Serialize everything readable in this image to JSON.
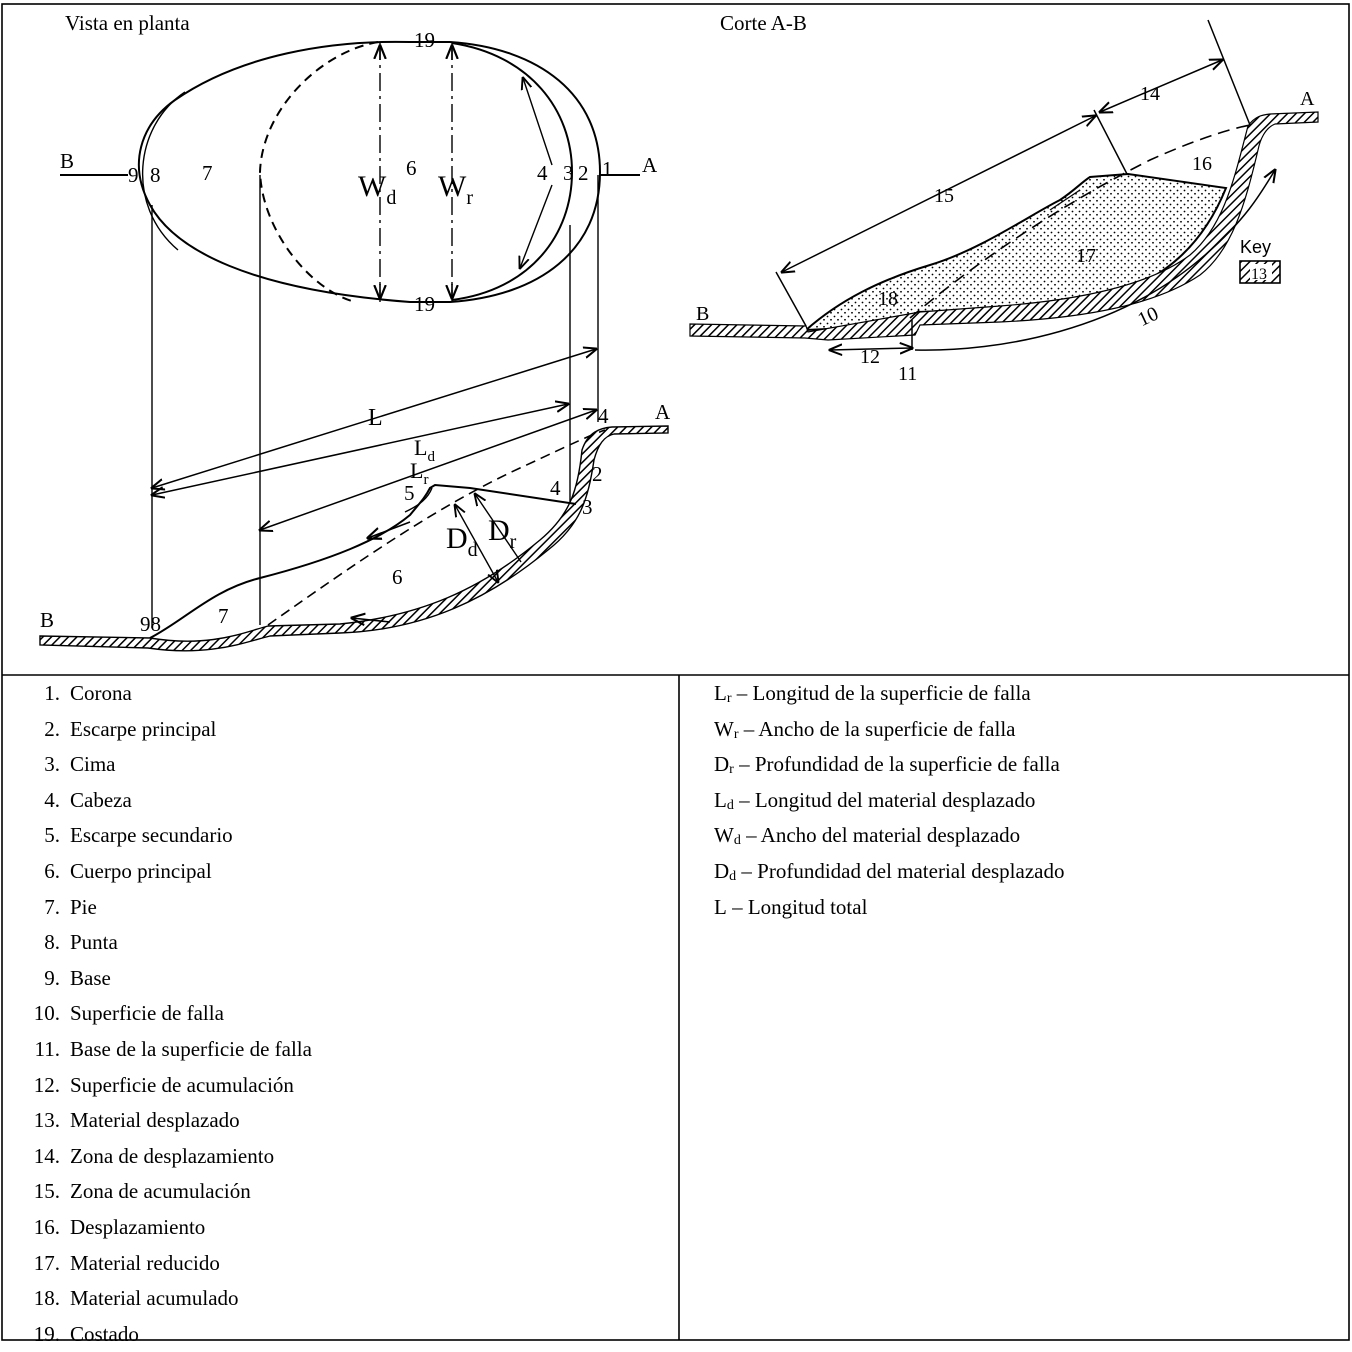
{
  "diagram": {
    "plan_title": "Vista en planta",
    "section_title": "Corte A-B",
    "end_a": "A",
    "end_b": "B",
    "plan_labels": {
      "n19": "19",
      "n9": "9",
      "n8": "8",
      "n7": "7",
      "n6": "6",
      "n4": "4",
      "n3": "3",
      "n2": "2",
      "n1": "1",
      "wd_main": "W",
      "wd_sub": "d",
      "wr_main": "W",
      "wr_sub": "r"
    },
    "profile_labels": {
      "L": "L",
      "ld_main": "L",
      "ld_sub": "d",
      "lr_main": "L",
      "lr_sub": "r",
      "dd_main": "D",
      "dd_sub": "d",
      "dr_main": "D",
      "dr_sub": "r",
      "n98": "98",
      "n7": "7",
      "n6": "6",
      "n5": "5",
      "n4a": "4",
      "n4b": "4",
      "n3": "3",
      "n2": "2"
    },
    "section_labels": {
      "n14": "14",
      "n15": "15",
      "n16": "16",
      "n17": "17",
      "n18": "18",
      "n10": "10",
      "n11": "11",
      "n12": "12",
      "n13": "13",
      "key": "Key"
    }
  },
  "legend_left": [
    {
      "num": "1.",
      "text": "Corona"
    },
    {
      "num": "2.",
      "text": "Escarpe principal"
    },
    {
      "num": "3.",
      "text": "Cima"
    },
    {
      "num": "4.",
      "text": "Cabeza"
    },
    {
      "num": "5.",
      "text": "Escarpe secundario"
    },
    {
      "num": "6.",
      "text": "Cuerpo principal"
    },
    {
      "num": "7.",
      "text": "Pie"
    },
    {
      "num": "8.",
      "text": "Punta"
    },
    {
      "num": "9.",
      "text": "Base"
    },
    {
      "num": "10.",
      "text": "Superficie de falla"
    },
    {
      "num": "11.",
      "text": "Base de la superficie de falla"
    },
    {
      "num": "12.",
      "text": "Superficie de acumulación"
    },
    {
      "num": "13.",
      "text": "Material desplazado"
    },
    {
      "num": "14.",
      "text": "Zona de desplazamiento"
    },
    {
      "num": "15.",
      "text": "Zona de acumulación"
    },
    {
      "num": "16.",
      "text": "Desplazamiento"
    },
    {
      "num": "17.",
      "text": "Material reducido"
    },
    {
      "num": "18.",
      "text": "Material acumulado"
    },
    {
      "num": "19.",
      "text": "Costado"
    }
  ],
  "legend_right": [
    {
      "sym": "L",
      "sub": "r",
      "text": " – Longitud de la superficie de falla"
    },
    {
      "sym": "W",
      "sub": "r",
      "text": " – Ancho de la superficie de falla"
    },
    {
      "sym": "D",
      "sub": "r",
      "text": " – Profundidad de la superficie de falla"
    },
    {
      "sym": "L",
      "sub": "d",
      "text": " – Longitud del material desplazado"
    },
    {
      "sym": "W",
      "sub": "d",
      "text": " – Ancho del material desplazado"
    },
    {
      "sym": "D",
      "sub": "d",
      "text": " – Profundidad del material desplazado"
    },
    {
      "sym": "L",
      "sub": "",
      "text": " – Longitud total"
    }
  ]
}
